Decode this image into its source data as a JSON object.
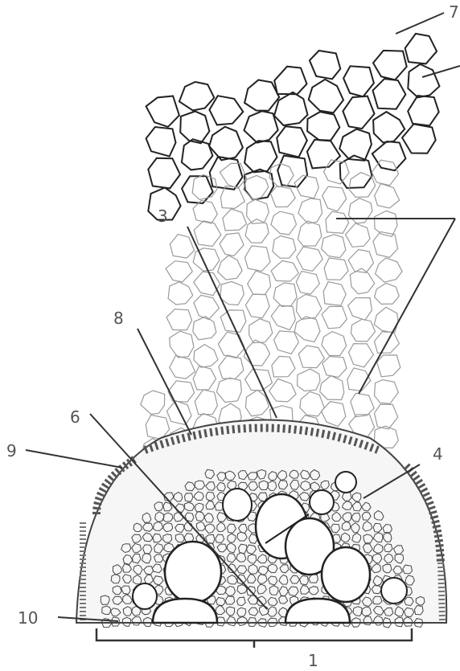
{
  "labels": {
    "l1": "1",
    "l3": "3",
    "l4": "4",
    "l6": "6",
    "l7": "7",
    "l8": "8",
    "l9": "9",
    "l10": "10"
  },
  "colors": {
    "ink": "#222222",
    "light_ink": "#9a9a9a",
    "label": "#555555"
  }
}
